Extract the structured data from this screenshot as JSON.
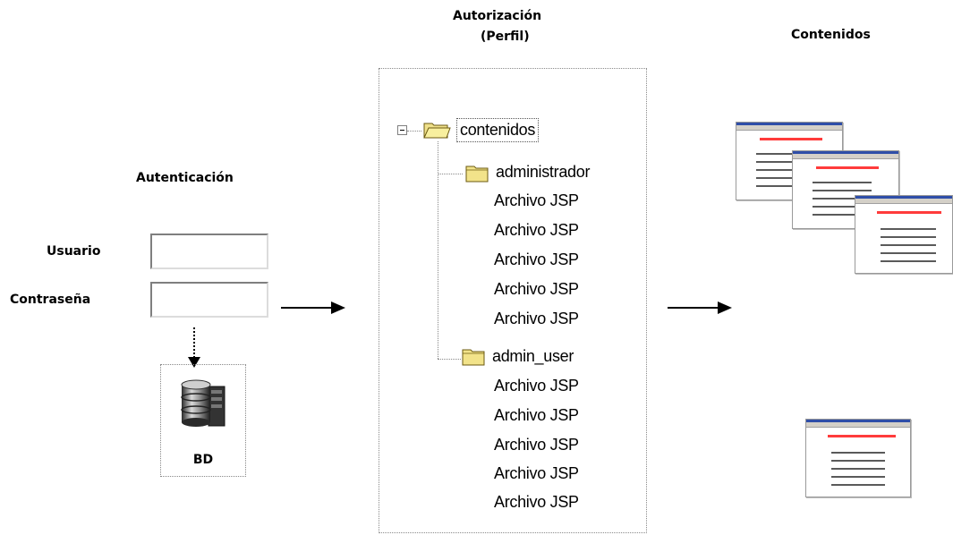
{
  "auth": {
    "title": "Autenticación",
    "user_label": "Usuario",
    "password_label": "Contraseña",
    "user_value": "",
    "password_value": "",
    "db_label": "BD"
  },
  "authorization": {
    "title_line1": "Autorización",
    "title_line2": "(Perfil)",
    "root_folder": "contenidos",
    "folders": [
      {
        "name": "administrador",
        "files": [
          "Archivo JSP",
          "Archivo JSP",
          "Archivo JSP",
          "Archivo JSP",
          "Archivo JSP"
        ]
      },
      {
        "name": "admin_user",
        "files": [
          "Archivo JSP",
          "Archivo JSP",
          "Archivo JSP",
          "Archivo JSP",
          "Archivo JSP"
        ]
      }
    ]
  },
  "contents": {
    "title": "Contenidos"
  },
  "colors": {
    "folder_yellow": "#f2e38a",
    "titlebar_blue": "#2f4ea8",
    "highlight_red": "#ff3b3b"
  }
}
